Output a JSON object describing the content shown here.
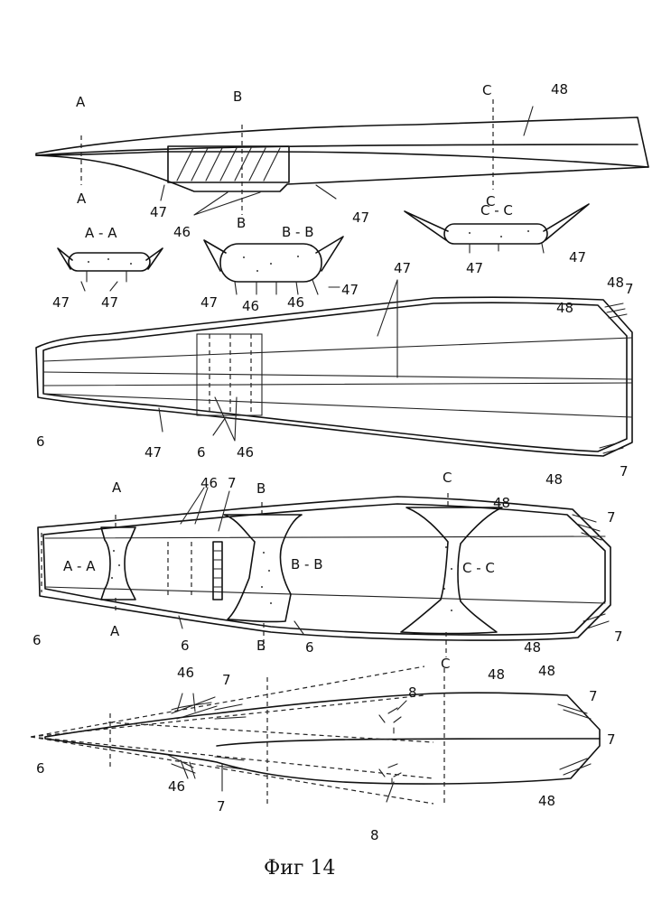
{
  "figure": {
    "caption": "Фиг 14",
    "section_marks": {
      "A": "A",
      "B": "B",
      "C": "C"
    },
    "section_views": {
      "aa": "A - A",
      "bb": "B - B",
      "cc": "C - C",
      "aa_plan": "A - A",
      "bb_plan": "B - B",
      "cc_plan": "C - C"
    },
    "reference_numbers": {
      "n6": "6",
      "n7": "7",
      "n8": "8",
      "n46": "46",
      "n47": "47",
      "n48": "48"
    }
  }
}
